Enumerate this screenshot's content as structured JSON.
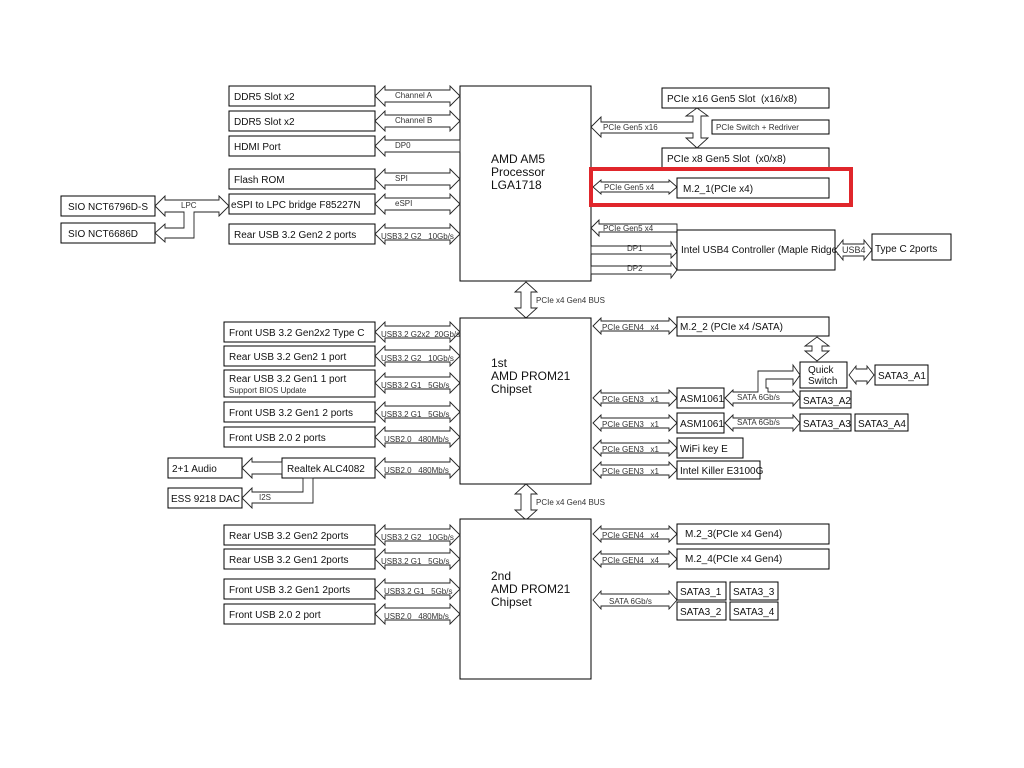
{
  "cpu": {
    "lines": [
      "AMD AM5",
      "Processor",
      "LGA1718"
    ]
  },
  "chipset1": {
    "lines": [
      "1st",
      "AMD PROM21",
      "Chipset"
    ]
  },
  "chipset2": {
    "lines": [
      "2nd",
      "AMD PROM21",
      "Chipset"
    ]
  },
  "cpu_left": [
    {
      "device": "DDR5 Slot x2",
      "link": "Channel A",
      "dir": "both"
    },
    {
      "device": "DDR5 Slot x2",
      "link": "Channel B",
      "dir": "both"
    },
    {
      "device": "HDMI Port",
      "link": "DP0",
      "dir": "left"
    },
    {
      "device": "Flash ROM",
      "link": "SPI",
      "dir": "both"
    },
    {
      "device": "eSPI to LPC bridge F85227N",
      "link": "eSPI",
      "dir": "both"
    },
    {
      "device": "Rear USB 3.2 Gen2 2 ports",
      "link": "USB3.2 G2   10Gb/s",
      "dir": "both"
    }
  ],
  "sio": {
    "items": [
      "SIO NCT6796D-S",
      "SIO NCT6686D"
    ],
    "link": "LPC"
  },
  "cpu_right": {
    "pcie_x16_slot": "PCIe x16 Gen5 Slot  (x16/x8)",
    "pcie_x8_slot": "PCIe x8 Gen5 Slot  (x0/x8)",
    "pcie_x16_link": "PCIe Gen5 x16",
    "switch_label": "PCIe Switch + Redriver",
    "m2_1": "M.2_1(PCIe x4)",
    "m2_1_link": "PCIe Gen5 x4",
    "usb4_link": "PCIe Gen5 x4",
    "dp1": "DP1",
    "dp2": "DP2",
    "usb4_controller": "Intel USB4 Controller (Maple Ridge)",
    "usb4_bus": "USB4",
    "type_c": "Type C 2ports",
    "highlight_color": "#e0262b"
  },
  "bus1": "PCIe x4 Gen4 BUS",
  "bus2": "PCIe x4 Gen4 BUS",
  "chipset1_left": [
    {
      "device": "Front USB 3.2 Gen2x2 Type C",
      "sub": "",
      "link": "USB3.2 G2x2  20Gb/s"
    },
    {
      "device": "Rear USB 3.2 Gen2 1 port",
      "sub": "",
      "link": "USB3.2 G2   10Gb/s"
    },
    {
      "device": "Rear USB 3.2 Gen1 1 port",
      "sub": "Support BIOS Update",
      "link": "USB3.2 G1   5Gb/s"
    },
    {
      "device": "Front USB 3.2 Gen1 2 ports",
      "sub": "",
      "link": "USB3.2 G1   5Gb/s"
    },
    {
      "device": "Front USB 2.0 2 ports",
      "sub": "",
      "link": "USB2.0   480Mb/s"
    },
    {
      "device": "Realtek ALC4082",
      "sub": "",
      "link": "USB2.0   480Mb/s"
    }
  ],
  "audio": {
    "out1": "2+1 Audio",
    "out2": "ESS 9218 DAC",
    "i2s": "I2S"
  },
  "chipset1_right": {
    "m2_2_link": "PCIe GEN4   x4",
    "m2_2": "M.2_2 (PCIe x4 /SATA)",
    "quick_switch": [
      "Quick",
      "Switch"
    ],
    "sata_a1": "SATA3_A1",
    "asm1_link": "PCIe GEN3   x1",
    "asm1": "ASM1061",
    "sata_link1": "SATA 6Gb/s",
    "sata_a2": "SATA3_A2",
    "asm2_link": "PCIe GEN3   x1",
    "asm2": "ASM1061",
    "sata_link2": "SATA 6Gb/s",
    "sata_a3": "SATA3_A3",
    "sata_a4": "SATA3_A4",
    "wifi_link": "PCIe GEN3   x1",
    "wifi": "WiFi key E",
    "lan_link": "PCIe GEN3   x1",
    "lan": "Intel Killer E3100G"
  },
  "chipset2_left": [
    {
      "device": "Rear USB 3.2 Gen2 2ports",
      "link": "USB3.2 G2   10Gb/s"
    },
    {
      "device": "Rear USB 3.2 Gen1 2ports",
      "link": "USB3.2 G1   5Gb/s"
    },
    {
      "device": "Front USB 3.2 Gen1 2ports",
      "link": "USB3.2 G1   5Gb/s"
    },
    {
      "device": "Front USB 2.0 2 port",
      "link": "USB2.0   480Mb/s"
    }
  ],
  "chipset2_right": {
    "m2_3_link": "PCIe GEN4   x4",
    "m2_3": "M.2_3(PCIe x4 Gen4)",
    "m2_4_link": "PCIe GEN4   x4",
    "m2_4": "M.2_4(PCIe x4 Gen4)",
    "sata_link": "SATA 6Gb/s",
    "sata_ports": [
      "SATA3_1",
      "SATA3_3",
      "SATA3_2",
      "SATA3_4"
    ]
  }
}
